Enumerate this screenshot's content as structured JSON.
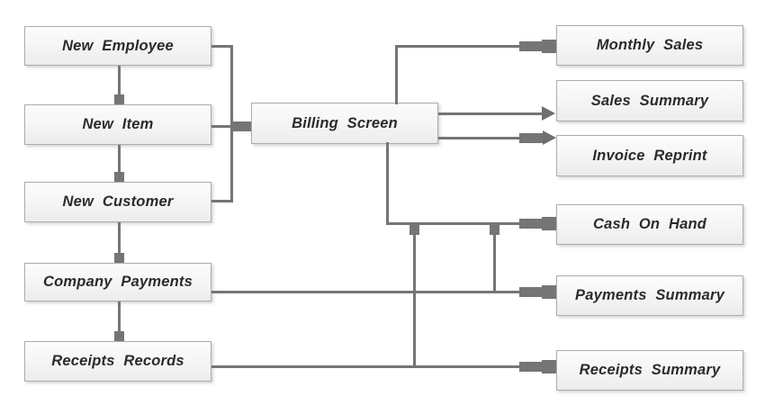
{
  "diagram": {
    "type": "flowchart",
    "nodes": {
      "left": [
        {
          "id": "new-employee",
          "label": "New Employee"
        },
        {
          "id": "new-item",
          "label": "New Item"
        },
        {
          "id": "new-customer",
          "label": "New Customer"
        },
        {
          "id": "company-payments",
          "label": "Company Payments"
        },
        {
          "id": "receipts-records",
          "label": "Receipts Records"
        }
      ],
      "center": [
        {
          "id": "billing-screen",
          "label": "Billing Screen"
        }
      ],
      "right": [
        {
          "id": "monthly-sales",
          "label": "Monthly Sales"
        },
        {
          "id": "sales-summary",
          "label": "Sales Summary"
        },
        {
          "id": "invoice-reprint",
          "label": "Invoice Reprint"
        },
        {
          "id": "cash-on-hand",
          "label": "Cash On Hand"
        },
        {
          "id": "payments-summary",
          "label": "Payments Summary"
        },
        {
          "id": "receipts-summary",
          "label": "Receipts Summary"
        }
      ]
    },
    "edges": [
      {
        "from": "New Employee",
        "to": "New Item",
        "marker": "square"
      },
      {
        "from": "New Item",
        "to": "New Customer",
        "marker": "square"
      },
      {
        "from": "New Customer",
        "to": "Company Payments",
        "marker": "square"
      },
      {
        "from": "Company Payments",
        "to": "Receipts Records",
        "marker": "square"
      },
      {
        "from": "New Employee",
        "to": "Billing Screen",
        "marker": "thick-stub"
      },
      {
        "from": "New Item",
        "to": "Billing Screen",
        "marker": "thick-stub"
      },
      {
        "from": "New Customer",
        "to": "Billing Screen",
        "marker": "thick-stub"
      },
      {
        "from": "Billing Screen",
        "to": "Monthly Sales",
        "marker": "thick-stub"
      },
      {
        "from": "Billing Screen",
        "to": "Sales Summary",
        "marker": "arrow"
      },
      {
        "from": "Billing Screen",
        "to": "Invoice Reprint",
        "marker": "thick-stub-arrow"
      },
      {
        "from": "Billing Screen",
        "to": "Cash On Hand",
        "marker": "thick-stub"
      },
      {
        "from": "Billing Screen",
        "to": "Payments Summary",
        "marker": "thick-stub"
      },
      {
        "from": "Billing Screen",
        "to": "Receipts Summary",
        "marker": "thick-stub"
      },
      {
        "from": "Company Payments",
        "to": "Payments Summary",
        "marker": "thick-stub"
      },
      {
        "from": "Receipts Records",
        "to": "Receipts Summary",
        "marker": "thick-stub"
      }
    ],
    "colors": {
      "background": "#ffffff",
      "line": "#757575",
      "box_border": "#a8adb4",
      "box_fill_top": "#fcfcfc",
      "box_fill_bottom": "#ececec",
      "text": "#2b2b2b"
    }
  }
}
